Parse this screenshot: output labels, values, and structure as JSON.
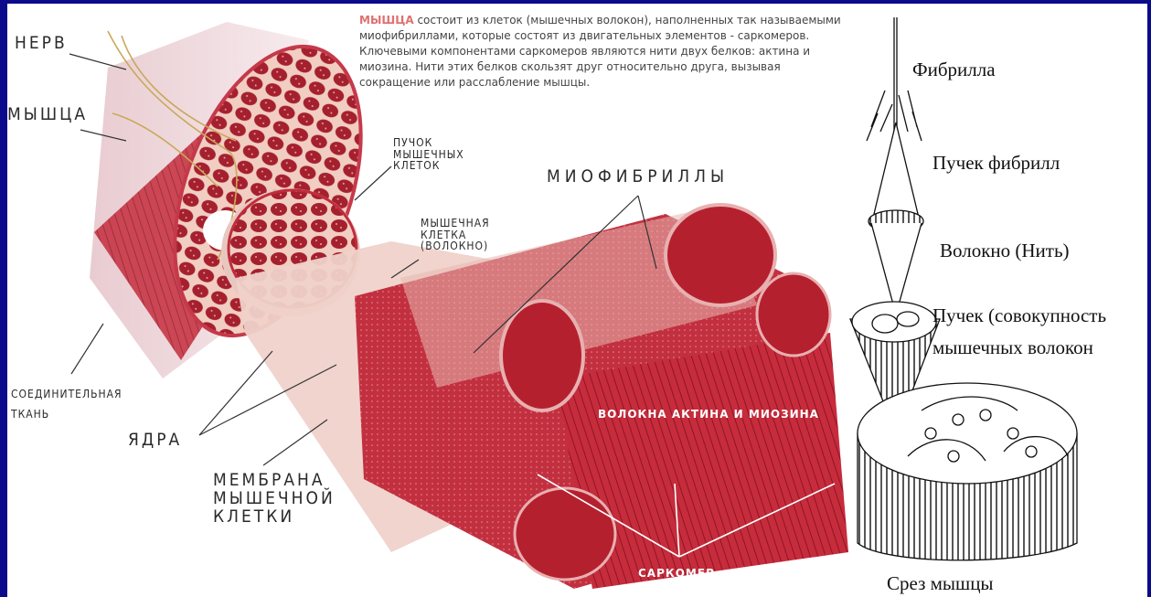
{
  "description": {
    "keyword": "МЫШЦА",
    "text": "состоит из клеток (мышечных волокон), наполненных так называемыми миофибриллами, которые состоят из двигательных элементов - саркомеров. Ключевыми компонентами саркомеров являются нити двух белков: актина и миозина. Нити этих белков скользят друг относительно друга, вызывая сокращение или расслабление мышцы."
  },
  "labels": {
    "nerve": "НЕРВ",
    "muscle": "МЫШЦА",
    "bundle": "ПУЧОК\nМЫШЕЧНЫХ\nКЛЕТОК",
    "myofibrils": "МИОФИБРИЛЛЫ",
    "muscle_cell": "МЫШЕЧНАЯ\nКЛЕТКА\n(ВОЛОКНО)",
    "connective": "СОЕДИНИТЕЛЬНАЯ\nТКАНЬ",
    "nuclei": "ЯДРА",
    "membrane": "МЕМБРАНА\nМЫШЕЧНОЙ\nКЛЕТКИ",
    "actin_myosin": "ВОЛОКНА АКТИНА\nИ МИОЗИНА",
    "sarcomere": "САРКОМЕР"
  },
  "right_labels": {
    "fibril": "Фибрилла",
    "fibril_bundle": "Пучек фибрилл",
    "fiber": "Волокно (Нить)",
    "bundle": "Пучек (совокупность",
    "bundle_cont": "мышечных волокон",
    "section": "Срез мышцы"
  },
  "colors": {
    "frame": "#0a0a8a",
    "muscle": "#b8283a",
    "muscle_dark": "#7a1020",
    "tissue": "#f2d6cc"
  }
}
